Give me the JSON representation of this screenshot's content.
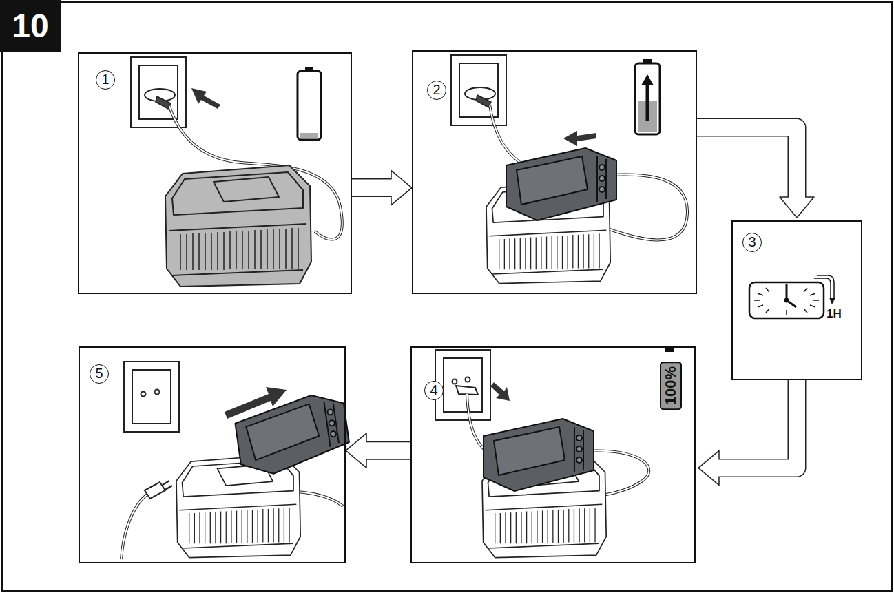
{
  "diagram": {
    "title": "10",
    "nodes": [
      {
        "text": [
          "1"
        ]
      },
      {
        "text": [
          "2"
        ]
      },
      {
        "text": [
          "3",
          "1H"
        ]
      },
      {
        "text": [
          "4",
          "100%"
        ]
      },
      {
        "text": [
          "5"
        ]
      }
    ],
    "edges": [
      {
        "from": 0,
        "to": 1,
        "arrow": "to"
      },
      {
        "from": 1,
        "to": 2,
        "arrow": "to"
      },
      {
        "from": 2,
        "to": 3,
        "arrow": "to"
      },
      {
        "from": 3,
        "to": 4,
        "arrow": "to"
      }
    ]
  }
}
